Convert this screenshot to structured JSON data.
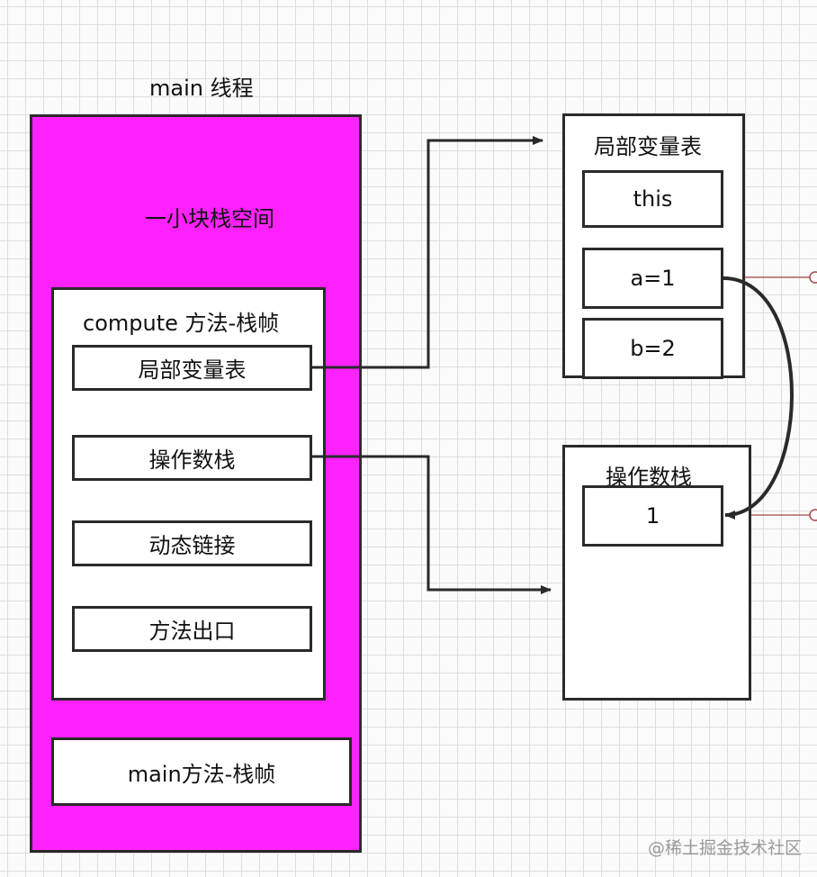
{
  "main_thread": {
    "title": "main 线程",
    "stack_space_label": "一小块栈空间",
    "compute_frame": {
      "title": "compute 方法-栈帧",
      "items": [
        "局部变量表",
        "操作数栈",
        "动态链接",
        "方法出口"
      ]
    },
    "main_frame_label": "main方法-栈帧"
  },
  "local_variable_table": {
    "title": "局部变量表",
    "slots": [
      "this",
      "a=1",
      "b=2"
    ]
  },
  "operand_stack": {
    "title": "操作数栈",
    "values": [
      "1"
    ]
  },
  "watermark": "@稀土掘金技术社区",
  "colors": {
    "thread_stack_fill": "#ff22ff",
    "box_border": "#2a2a2a",
    "grid_line": "#dedede",
    "side_connector": "#a24a4a"
  }
}
